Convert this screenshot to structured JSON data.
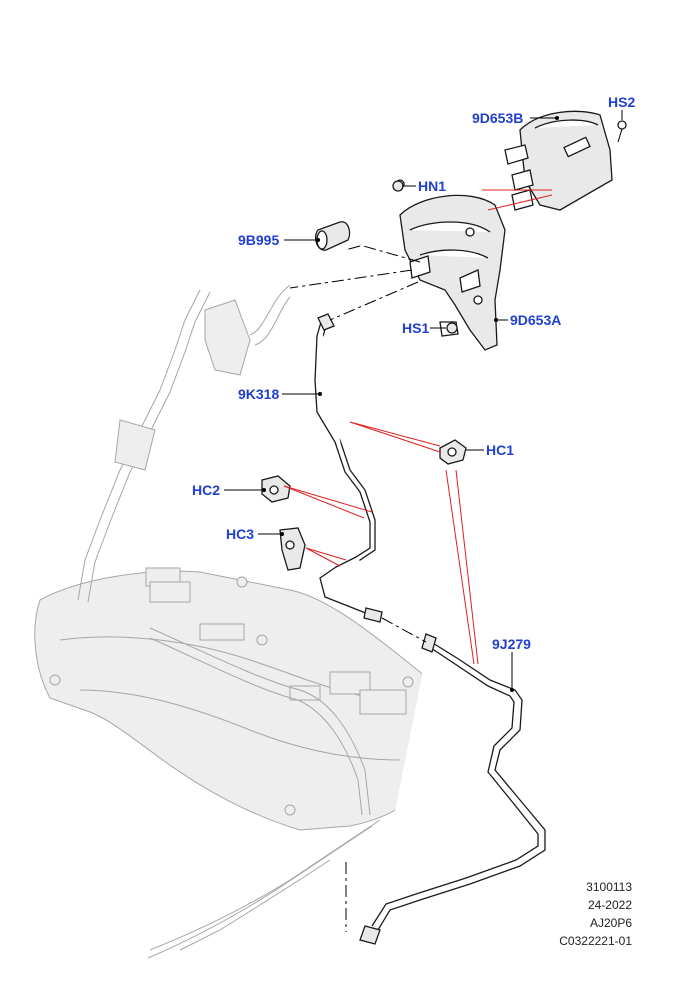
{
  "callouts": {
    "hs2": "HS2",
    "9d653b": "9D653B",
    "hn1": "HN1",
    "9b995": "9B995",
    "hs1": "HS1",
    "9d653a": "9D653A",
    "9k318": "9K318",
    "hc1": "HC1",
    "hc2": "HC2",
    "hc3": "HC3",
    "9j279": "9J279"
  },
  "reference": {
    "line1": "3100113",
    "line2": "24-2022",
    "line3": "AJ20P6",
    "line4": "C0322221-01"
  },
  "colors": {
    "callout_text": "#1f3fcf",
    "highlight_line": "#e02020",
    "ghosted_parts": "#a6a6a6"
  }
}
